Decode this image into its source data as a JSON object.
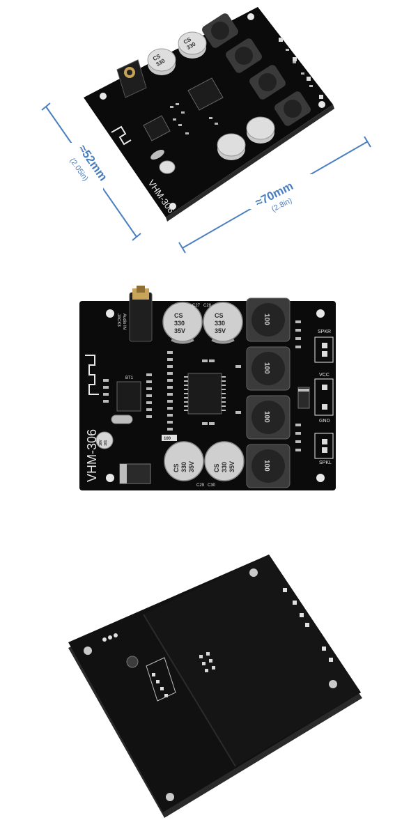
{
  "dimensions": {
    "width_main": "≈70mm",
    "width_sub": "(2.8in)",
    "height_main": "≈52mm",
    "height_sub": "(2.05in)"
  },
  "board": {
    "model": "VHM-306",
    "audio_in_label_1": "JACK3",
    "audio_in_label_2": "Audio IN",
    "spkr_label": "SPKR",
    "vcc_label": "VCC",
    "gnd_label": "GND",
    "spkl_label": "SPKL",
    "bt_label": "BT1",
    "cap_brand": "CS",
    "cap_value": "330",
    "cap_voltage": "35V",
    "small_cap_voltage": "16V",
    "small_cap_value": "101",
    "inductor_value": "100",
    "resistor_value": "100",
    "cap_labels": [
      "C27",
      "C28",
      "C29",
      "C30"
    ]
  },
  "colors": {
    "pcb": "#0b0b0b",
    "dimension_line": "#4a7fc0",
    "silkscreen": "#e9e9e9",
    "capacitor": "#c9c9c9"
  }
}
